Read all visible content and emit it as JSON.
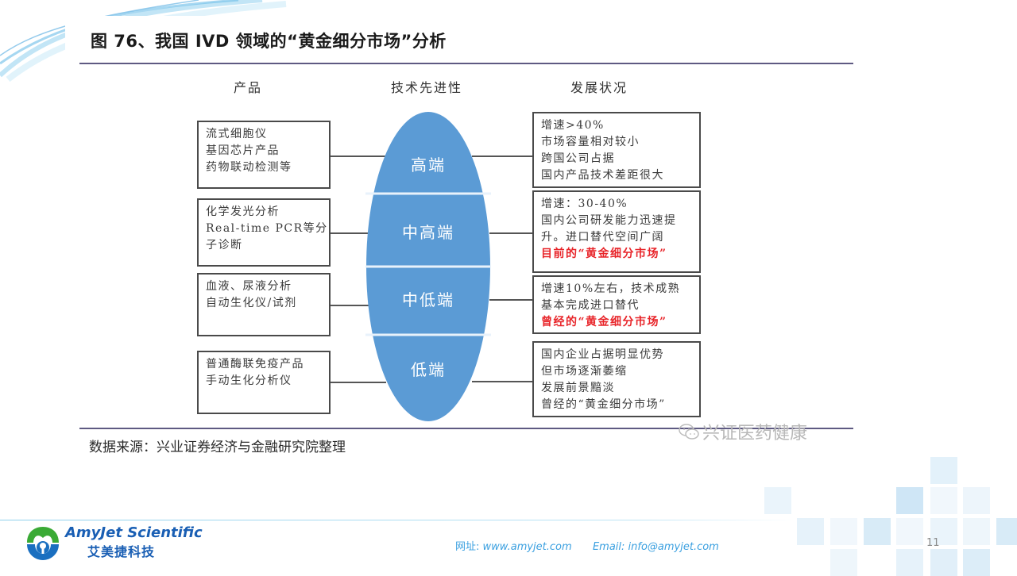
{
  "slide": {
    "page_number": "11"
  },
  "figure": {
    "title": "图 76、我国 IVD 领域的“黄金细分市场”分析",
    "columns": {
      "product": "产品",
      "technology": "技术先进性",
      "development": "发展状况"
    },
    "tiers": [
      {
        "label": "高端",
        "products": [
          "流式细胞仪",
          "基因芯片产品",
          "药物联动检测等"
        ],
        "status": [
          {
            "text": "增速>40%",
            "highlight": false
          },
          {
            "text": "市场容量相对较小",
            "highlight": false
          },
          {
            "text": "跨国公司占据",
            "highlight": false
          },
          {
            "text": "国内产品技术差距很大",
            "highlight": false
          }
        ]
      },
      {
        "label": "中高端",
        "products": [
          "化学发光分析",
          "Real-time PCR等分",
          "子诊断"
        ],
        "status": [
          {
            "text": "增速：30-40%",
            "highlight": false
          },
          {
            "text": "国内公司研发能力迅速提",
            "highlight": false
          },
          {
            "text": "升。进口替代空间广阔",
            "highlight": false
          },
          {
            "text": "目前的“黄金细分市场”",
            "highlight": true
          }
        ]
      },
      {
        "label": "中低端",
        "products": [
          "血液、尿液分析",
          "自动生化仪/试剂"
        ],
        "status": [
          {
            "text": "增速10%左右，技术成熟",
            "highlight": false
          },
          {
            "text": "基本完成进口替代",
            "highlight": false
          },
          {
            "text": "曾经的“黄金细分市场”",
            "highlight": true
          }
        ]
      },
      {
        "label": "低端",
        "products": [
          "普通酶联免疫产品",
          "手动生化分析仪"
        ],
        "status": [
          {
            "text": "国内企业占据明显优势",
            "highlight": false
          },
          {
            "text": "但市场逐渐萎缩",
            "highlight": false
          },
          {
            "text": "发展前景黯淡",
            "highlight": false
          },
          {
            "text": "曾经的“黄金细分市场”",
            "highlight": false
          }
        ]
      }
    ],
    "source": "数据来源：兴业证券经济与金融研究院整理",
    "watermark": "兴证医药健康",
    "colors": {
      "oval": "#5b9bd5",
      "highlight": "#e8252a",
      "rule": "#5e5a82"
    }
  },
  "footer": {
    "logo_en": "AmyJet Scientific",
    "logo_cn": "艾美捷科技",
    "website_label": "网址:",
    "website": "www.amyjet.com",
    "email_label": "Email:",
    "email": "info@amyjet.com"
  }
}
